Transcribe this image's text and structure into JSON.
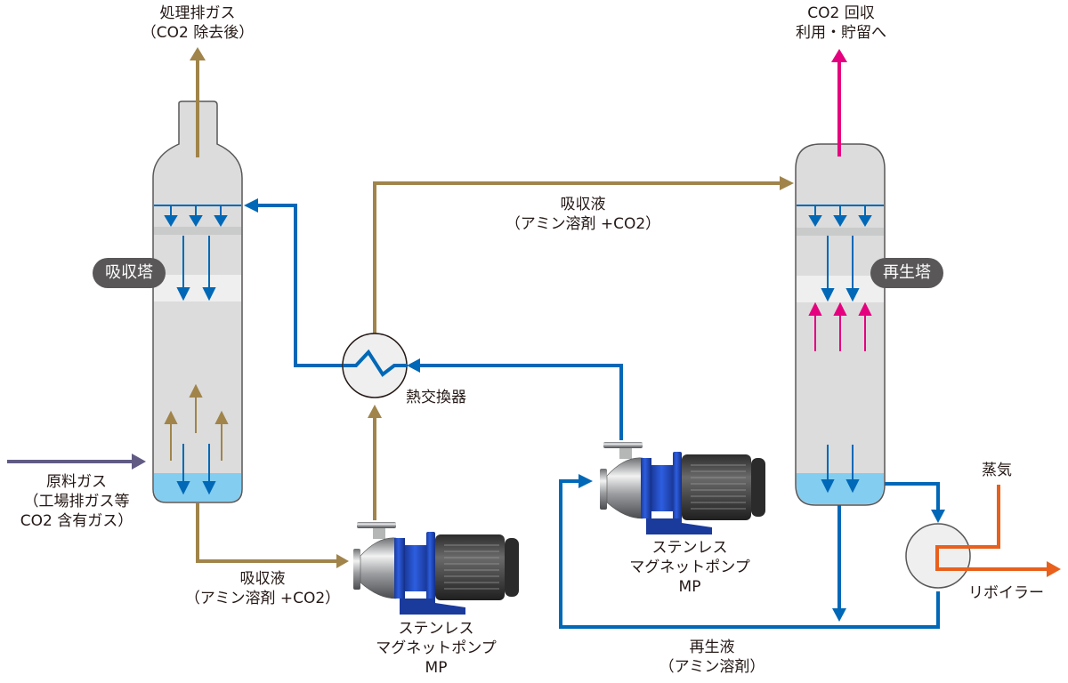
{
  "colors": {
    "rich_solution": "#a0844a",
    "lean_solution": "#0068b7",
    "co2": "#e4007f",
    "steam": "#e8601c",
    "feed_gas": "#615b84",
    "liquid": "#83cdf0",
    "tower_fill": "#dcdcdd",
    "badge_bg": "#595757"
  },
  "labels": {
    "treated_gas": [
      "処理排ガス",
      "（CO2 除去後）"
    ],
    "co2_recovery": [
      "CO2 回収",
      "利用・貯留へ"
    ],
    "absorber": "吸収塔",
    "regenerator": "再生塔",
    "rich_top": [
      "吸収液",
      "（アミン溶剤 +CO2）"
    ],
    "rich_bottom": [
      "吸収液",
      "（アミン溶剤 +CO2）"
    ],
    "heat_exchanger": "熱交換器",
    "feed_gas": [
      "原料ガス",
      "（工場排ガス等",
      "CO2 含有ガス）"
    ],
    "pump1": [
      "ステンレス",
      "マグネットポンプ",
      "MP"
    ],
    "pump2": [
      "ステンレス",
      "マグネットポンプ",
      "MP"
    ],
    "steam": "蒸気",
    "reboiler": "リボイラー",
    "lean_solution": [
      "再生液",
      "（アミン溶剤）"
    ]
  }
}
